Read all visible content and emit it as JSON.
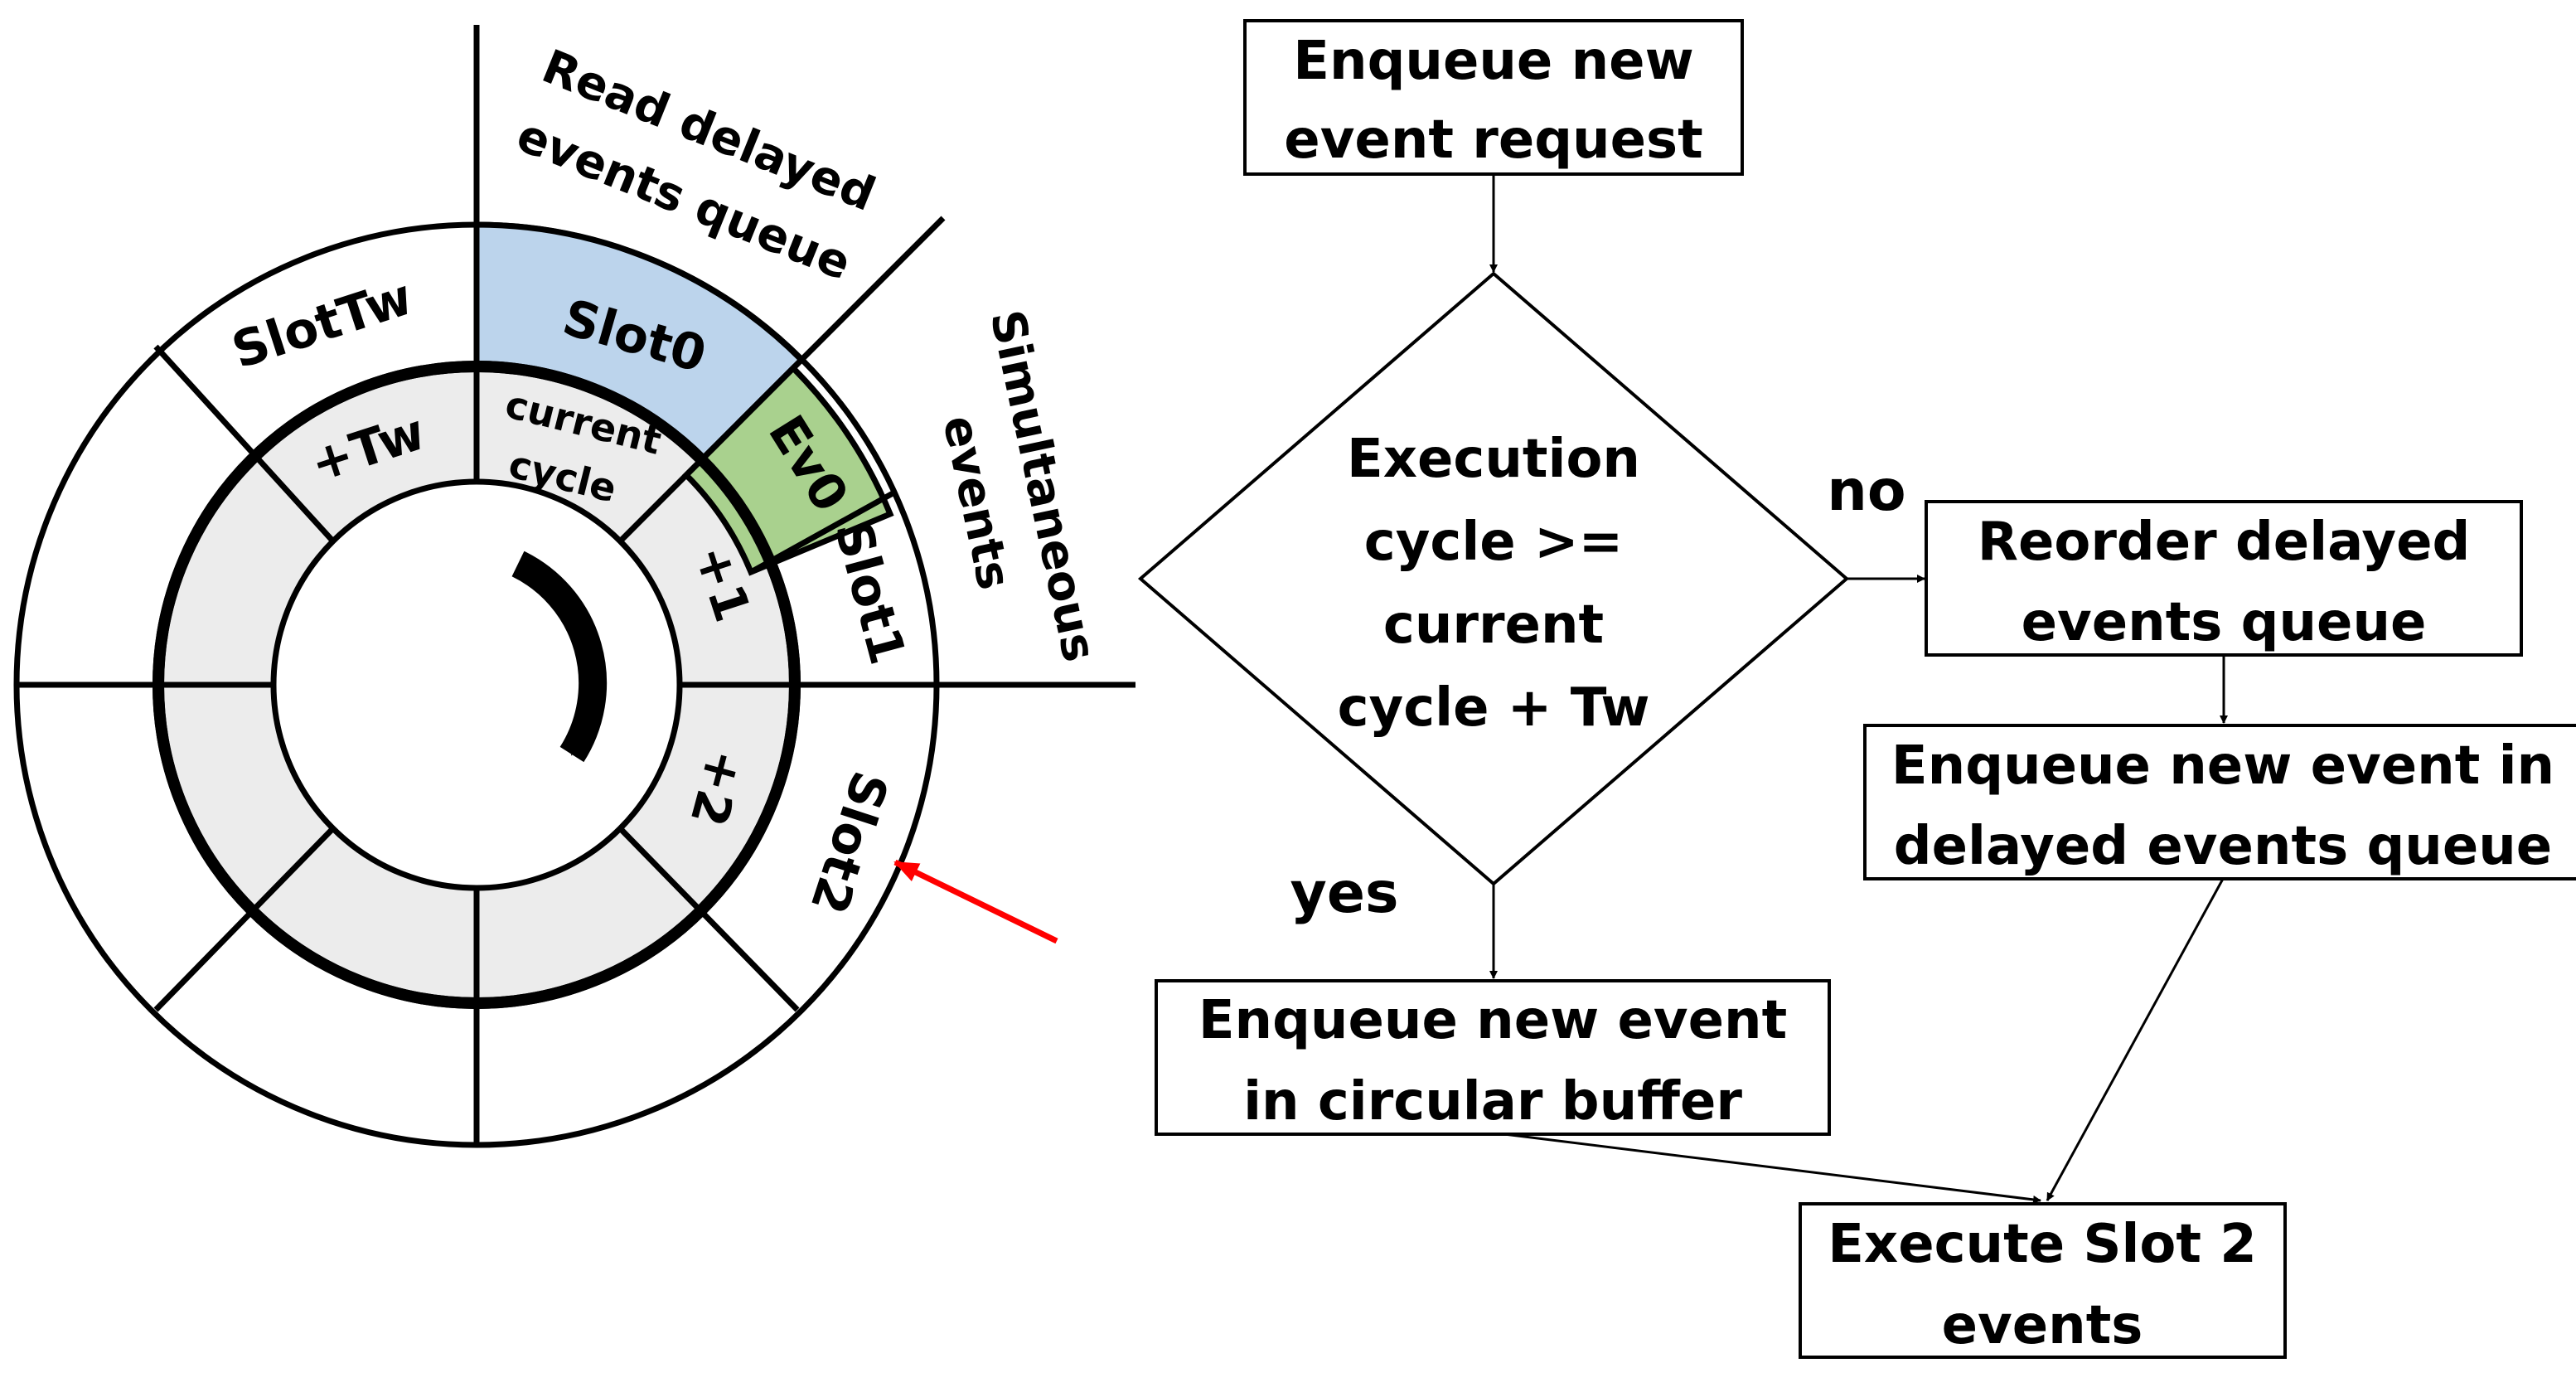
{
  "wheel": {
    "slot_labels": {
      "slot0": "Slot0",
      "slot1": "Slot1",
      "slot2": "Slot2",
      "slot_tw": "SlotTw"
    },
    "offset_labels": {
      "current_line1": "current",
      "current_line2": "cycle",
      "plus1": "+1",
      "plus2": "+2",
      "plus_tw": "+Tw"
    },
    "event_label": "Ev0",
    "read_queue_line1": "Read delayed",
    "read_queue_line2": "events queue",
    "simultaneous_line1": "Simultaneous",
    "simultaneous_line2": "events",
    "colors": {
      "slot0_fill": "#bcd4ec",
      "event_fill": "#a9d18e",
      "inner_ring_fill": "#ececec",
      "pointer_arrow": "#ff0000"
    }
  },
  "flowchart": {
    "start_line1": "Enqueue new",
    "start_line2": "event request",
    "decision_line1": "Execution",
    "decision_line2": "cycle >=",
    "decision_line3": "current",
    "decision_line4": "cycle + Tw",
    "no_label": "no",
    "yes_label": "yes",
    "reorder_line1": "Reorder delayed",
    "reorder_line2": "events queue",
    "delayed_line1": "Enqueue new event in",
    "delayed_line2": "delayed events queue",
    "circular_line1": "Enqueue new event",
    "circular_line2": "in circular buffer",
    "execute_line1": "Execute Slot 2",
    "execute_line2": "events"
  }
}
